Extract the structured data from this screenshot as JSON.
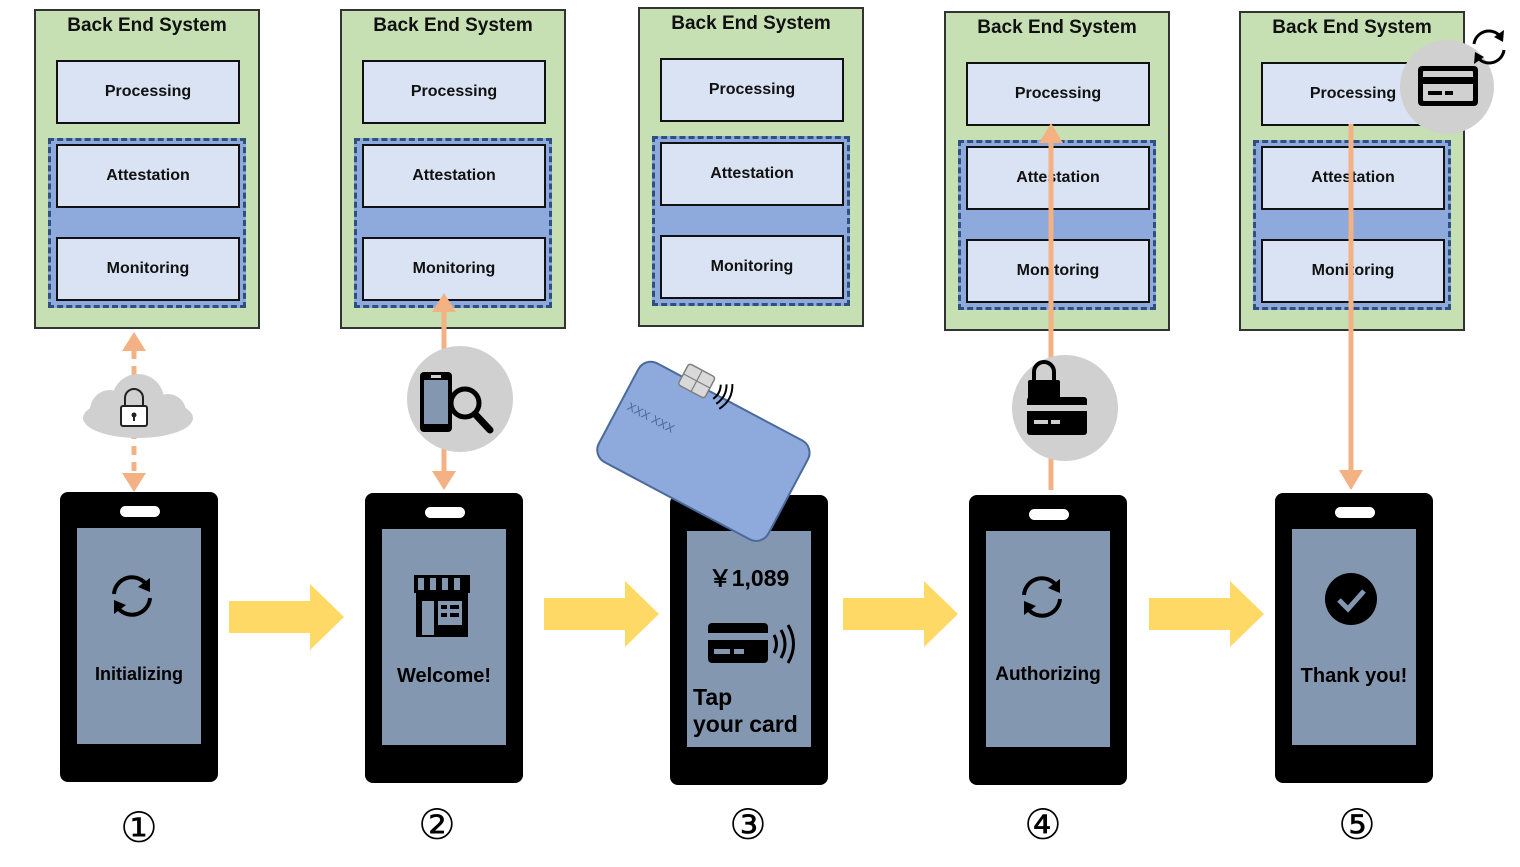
{
  "steps": [
    {
      "backend": {
        "title": "Back End System",
        "processing": "Processing",
        "attestation": "Attestation",
        "monitoring": "Monitoring"
      },
      "screen_text": "Initializing",
      "screen_icon": "sync-icon",
      "number": "①"
    },
    {
      "backend": {
        "title": "Back End System",
        "processing": "Processing",
        "attestation": "Attestation",
        "monitoring": "Monitoring"
      },
      "screen_text": "Welcome!",
      "screen_icon": "storefront-icon",
      "number": "②"
    },
    {
      "backend": {
        "title": "Back End System",
        "processing": "Processing",
        "attestation": "Attestation",
        "monitoring": "Monitoring"
      },
      "screen_amount": "￥1,089",
      "screen_text_line1": "Tap",
      "screen_text_line2": "your card",
      "screen_icon": "contactless-card-icon",
      "card_text": "XXX XXX",
      "number": "③"
    },
    {
      "backend": {
        "title": "Back End System",
        "processing": "Processing",
        "attestation": "Attestation",
        "monitoring": "Monitoring"
      },
      "screen_text": "Authorizing",
      "screen_icon": "sync-icon",
      "number": "④"
    },
    {
      "backend": {
        "title": "Back End System",
        "processing": "Processing",
        "attestation": "Attestation",
        "monitoring": "Monitoring"
      },
      "screen_text": "Thank you!",
      "screen_icon": "checkmark-icon",
      "number": "⑤"
    }
  ],
  "colors": {
    "backend_bg": "#c6e0b4",
    "module_bg": "#dae3f3",
    "secure_zone": "#8ea9db",
    "phone_screen": "#8497b0",
    "flow_arrow": "#ffd966",
    "link_arrow": "#f4b183",
    "card": "#8ea9db"
  }
}
